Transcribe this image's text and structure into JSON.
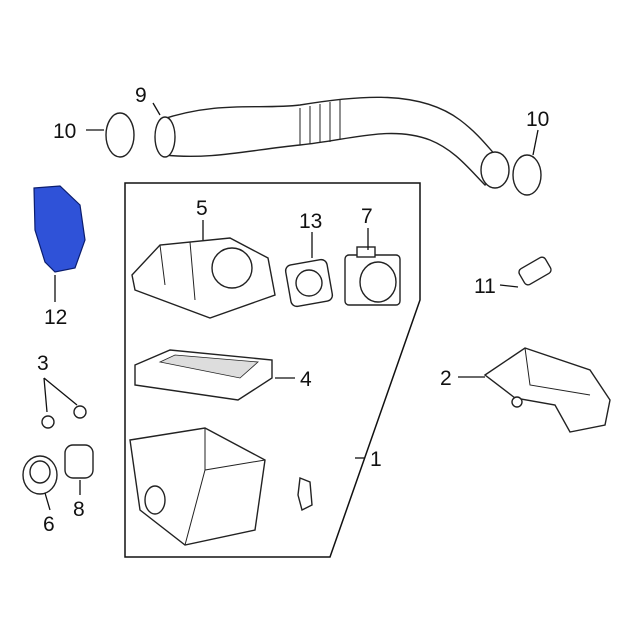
{
  "diagram": {
    "callouts": [
      {
        "id": "label-9",
        "text": "9"
      },
      {
        "id": "label-10-left",
        "text": "10"
      },
      {
        "id": "label-10-right",
        "text": "10"
      },
      {
        "id": "label-5",
        "text": "5"
      },
      {
        "id": "label-13",
        "text": "13"
      },
      {
        "id": "label-7",
        "text": "7"
      },
      {
        "id": "label-11",
        "text": "11"
      },
      {
        "id": "label-12",
        "text": "12"
      },
      {
        "id": "label-2",
        "text": "2"
      },
      {
        "id": "label-4",
        "text": "4"
      },
      {
        "id": "label-3",
        "text": "3"
      },
      {
        "id": "label-1",
        "text": "1"
      },
      {
        "id": "label-6",
        "text": "6"
      },
      {
        "id": "label-8",
        "text": "8"
      }
    ],
    "highlight_color": "#2f52d8"
  }
}
